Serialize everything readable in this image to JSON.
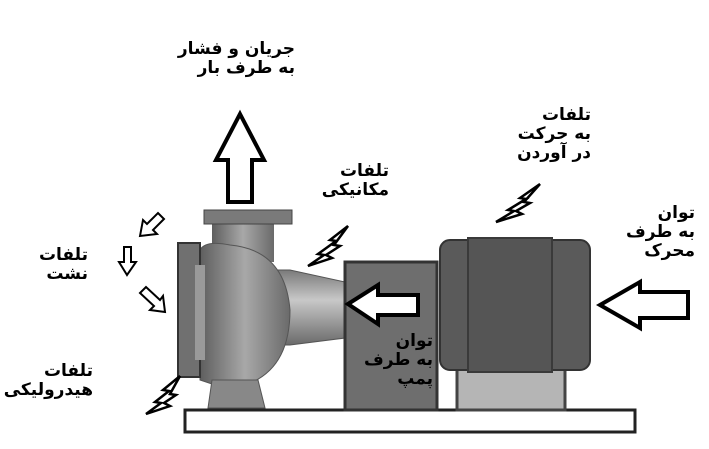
{
  "labels": {
    "flow_pressure": {
      "line1": "جریان و فشار",
      "line2": "به طرف بار"
    },
    "mechanical_loss": {
      "line1": "تلفات",
      "line2": "مکانیکی"
    },
    "drive_loss": {
      "line1": "تلفات",
      "line2": "به حرکت",
      "line3": "در آوردن"
    },
    "power_to_driver": {
      "line1": "توان",
      "line2": "به طرف",
      "line3": "محرک"
    },
    "leakage_loss": {
      "line1": "تلفات",
      "line2": "نشت"
    },
    "power_to_pump": {
      "line1": "توان",
      "line2": "به طرف",
      "line3": "پمپ"
    },
    "hydraulic_loss": {
      "line1": "تلفات",
      "line2": "هیدرولیکی"
    }
  },
  "colors": {
    "motor": "#5a5a5a",
    "guard": "#6e6e6e",
    "pump": "#8a8a8a",
    "feet": "#b5b5b5"
  }
}
